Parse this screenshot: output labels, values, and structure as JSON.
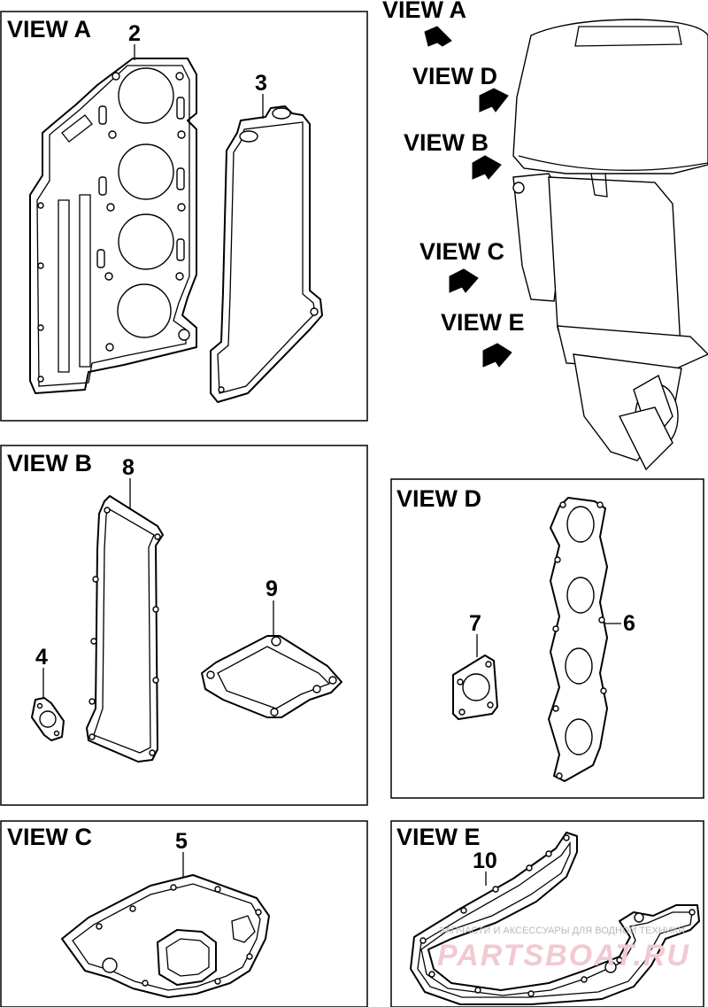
{
  "views": {
    "a": {
      "title": "VIEW A",
      "parts": [
        "2",
        "3"
      ]
    },
    "b": {
      "title": "VIEW B",
      "parts": [
        "8",
        "4",
        "9"
      ]
    },
    "c": {
      "title": "VIEW C",
      "parts": [
        "5"
      ]
    },
    "d": {
      "title": "VIEW D",
      "parts": [
        "7",
        "6"
      ]
    },
    "e": {
      "title": "VIEW E",
      "parts": [
        "10"
      ]
    }
  },
  "locator": {
    "labels": [
      "VIEW A",
      "VIEW D",
      "VIEW B",
      "VIEW C",
      "VIEW E"
    ]
  },
  "watermark": {
    "caption": "ЗАПЧАСТИ И АКСЕССУАРЫ ДЛЯ ВОДНОЙ ТЕХНИКИ",
    "brand": "PARTSBOAT.RU"
  }
}
